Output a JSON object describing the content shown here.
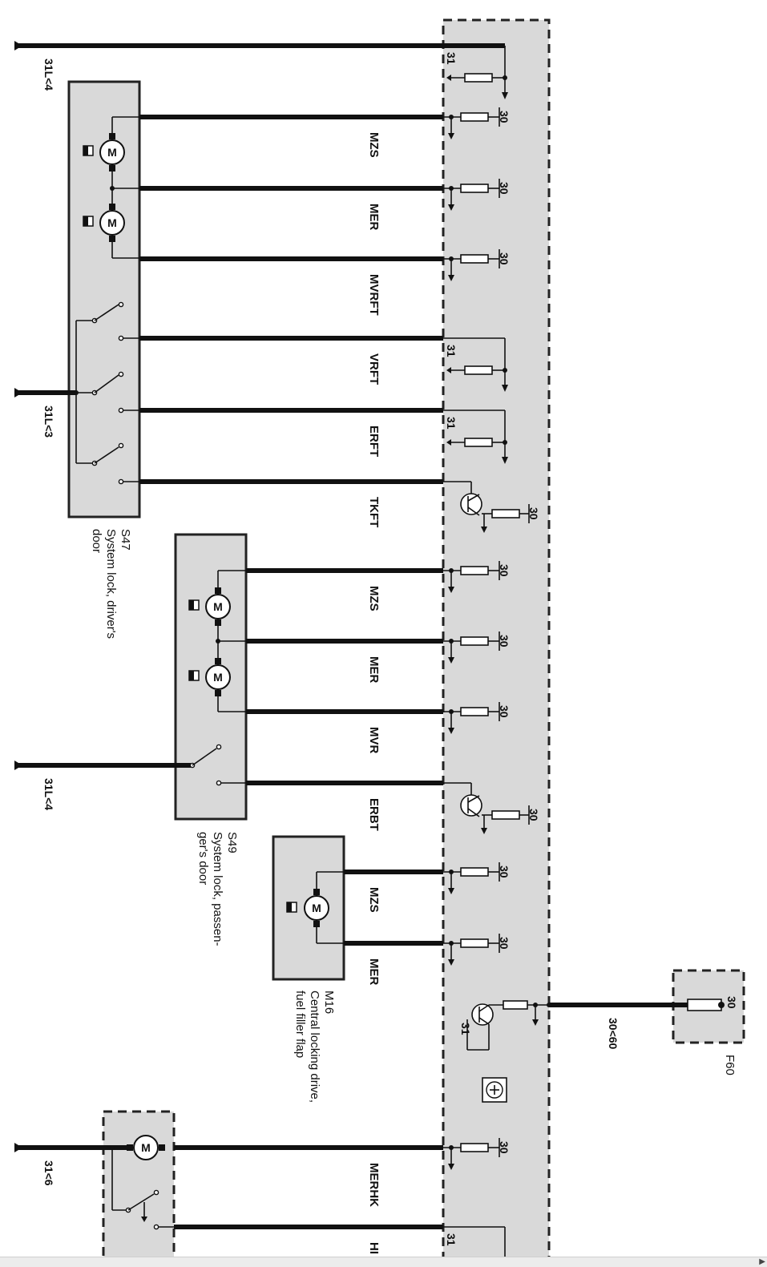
{
  "ground_labels": [
    {
      "id": "g1",
      "text": "31L<4"
    },
    {
      "id": "g2",
      "text": "31L<3"
    },
    {
      "id": "g3",
      "text": "31L<4"
    },
    {
      "id": "g4",
      "text": "31<6"
    }
  ],
  "signals": [
    {
      "id": "s1",
      "text": "MZS"
    },
    {
      "id": "s2",
      "text": "MER"
    },
    {
      "id": "s3",
      "text": "MVRFT"
    },
    {
      "id": "s4",
      "text": "VRFT"
    },
    {
      "id": "s5",
      "text": "ERFT"
    },
    {
      "id": "s6",
      "text": "TKFT"
    },
    {
      "id": "s7",
      "text": "MZS"
    },
    {
      "id": "s8",
      "text": "MER"
    },
    {
      "id": "s9",
      "text": "MVR"
    },
    {
      "id": "s10",
      "text": "ERBT"
    },
    {
      "id": "s11",
      "text": "MZS"
    },
    {
      "id": "s12",
      "text": "MER"
    },
    {
      "id": "s13",
      "text": "MERHK"
    },
    {
      "id": "s14",
      "text": "HI"
    }
  ],
  "terminals": {
    "t30": "30",
    "t31": "31"
  },
  "components": {
    "s47": {
      "code": "S47",
      "line1": "System lock, driver's",
      "line2": "door"
    },
    "s49": {
      "code": "S49",
      "line1": "System lock, passen-",
      "line2": "ger's door"
    },
    "m16": {
      "code": "M16",
      "line1": "Central locking drive,",
      "line2": "fuel filler flap"
    },
    "f60": {
      "code": "F60"
    }
  },
  "supply": {
    "text": "30<60"
  },
  "motor_symbol": {
    "text": "M"
  },
  "icons": [
    "motor-icon",
    "switch-icon",
    "resistor-icon",
    "transistor-icon",
    "ground-icon",
    "fuse-icon",
    "control-unit-icon"
  ]
}
